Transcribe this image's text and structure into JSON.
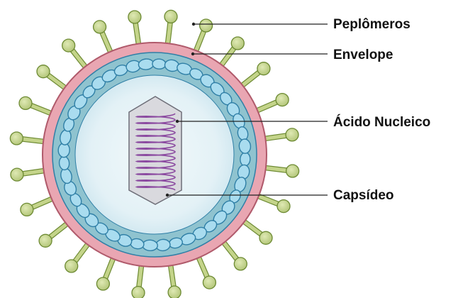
{
  "labels": {
    "peplomers": "Peplômeros",
    "envelope": "Envelope",
    "nucleic_acid": "Ácido Nucleico",
    "capsid": "Capsídeo"
  },
  "structure": {
    "peplomer_count": 24,
    "capsomere_count": 44,
    "nucleic_acid_coils": 12
  },
  "colors": {
    "peplomer_fill": "#c4d48a",
    "peplomer_stroke": "#6d8a33",
    "envelope_fill": "#e9a6b2",
    "envelope_stroke": "#b05a6b",
    "capsid_ring": "#8fc3cf",
    "capsomere_fill": "#a9dcef",
    "capsomere_stroke": "#2f7fa6",
    "core_fill": "#e8f4f8",
    "nucleocapsid_fill": "#d9d9de",
    "nucleocapsid_stroke": "#6e6e78",
    "rna_color": "#8b4aa0",
    "leader_line": "#222222"
  }
}
